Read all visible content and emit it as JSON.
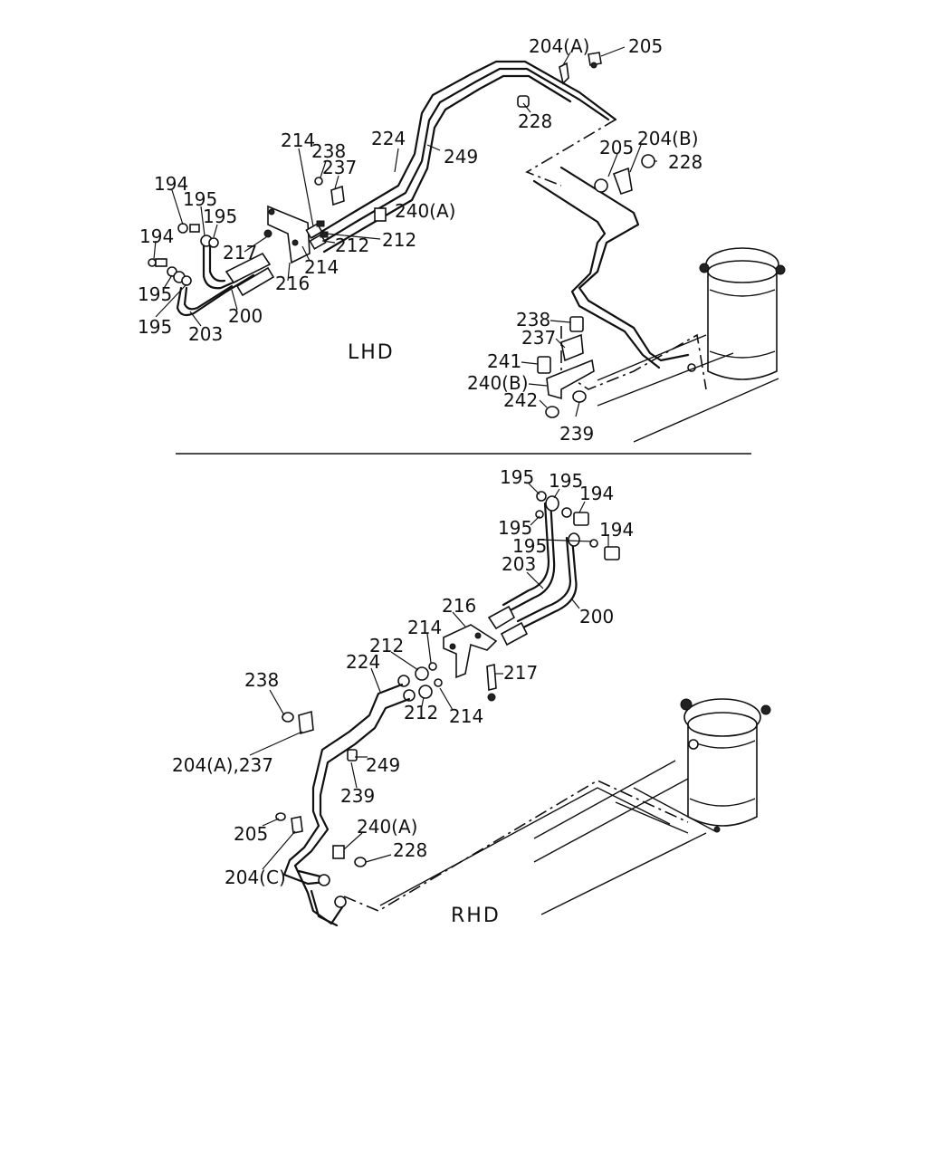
{
  "sections": {
    "lhd": {
      "title": "LHD",
      "labels": [
        "204(A)",
        "205",
        "228",
        "205",
        "204(B)",
        "228",
        "214",
        "238",
        "237",
        "224",
        "249",
        "240(A)",
        "194",
        "195",
        "195",
        "212",
        "212",
        "194",
        "217",
        "214",
        "216",
        "195",
        "200",
        "195",
        "203",
        "238",
        "237",
        "241",
        "240(B)",
        "242",
        "239"
      ]
    },
    "rhd": {
      "title": "RHD",
      "labels": [
        "195",
        "195",
        "194",
        "195",
        "194",
        "195",
        "203",
        "216",
        "200",
        "214",
        "212",
        "224",
        "217",
        "238",
        "212",
        "214",
        "249",
        "204(A),237",
        "239",
        "240(A)",
        "205",
        "228",
        "204(C)"
      ]
    }
  }
}
